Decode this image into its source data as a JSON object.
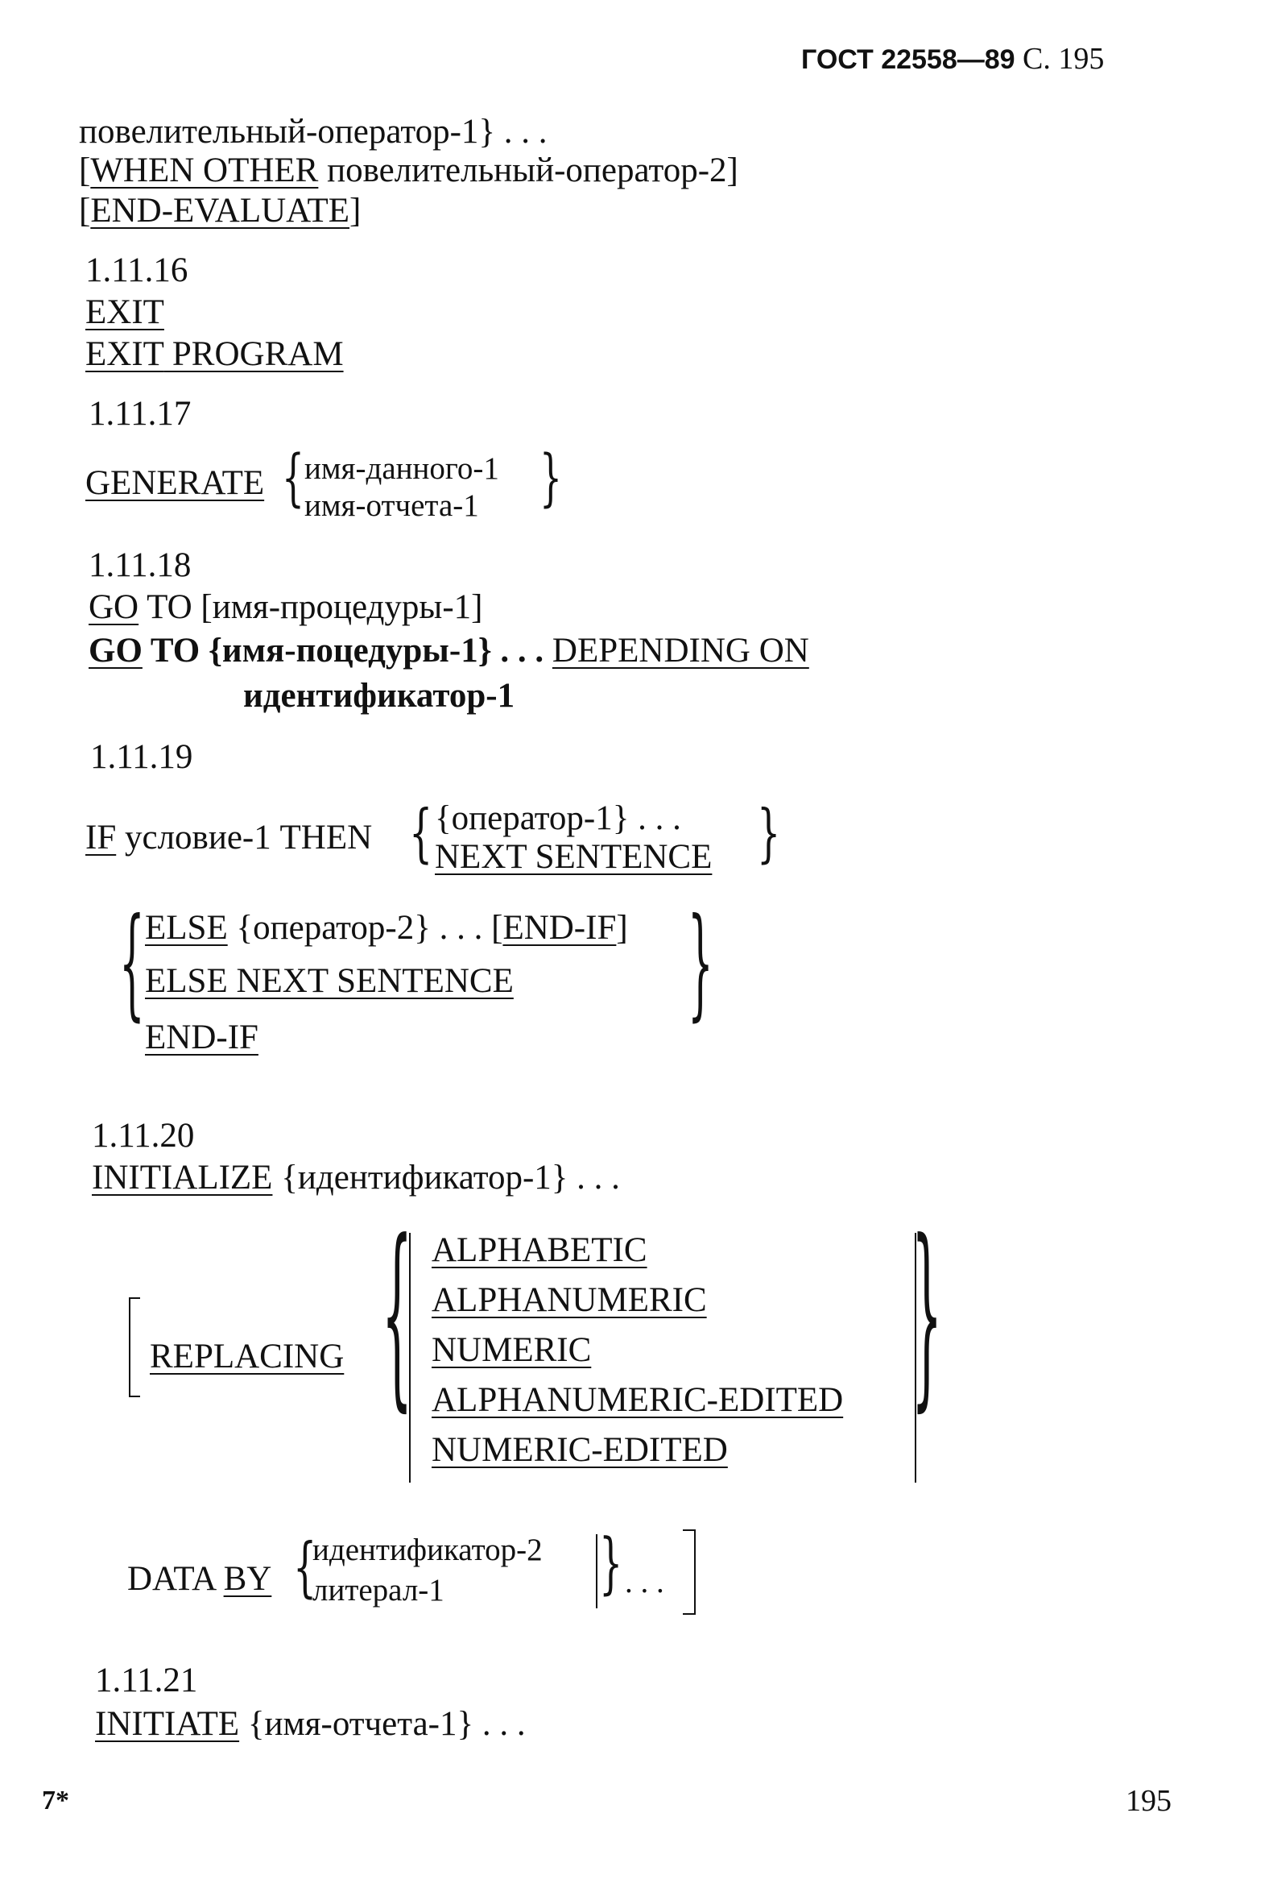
{
  "header": {
    "standard": "ГОСТ 22558—89",
    "page_ref": "С. 195"
  },
  "lines": {
    "l1_text": "повелительный-оператор-1} . . .",
    "l2_open": "[",
    "l2_kw": "WHEN OTHER",
    "l2_rest": " повелительный-оператор-2]",
    "l3_open": "[",
    "l3_kw": "END-EVALUATE",
    "l3_close": "]"
  },
  "s16": {
    "number": "1.11.16",
    "exit": "EXIT",
    "exit2": "EXIT",
    "program": " PROGRAM"
  },
  "s17": {
    "number": "1.11.17",
    "kw": "GENERATE",
    "opt1": "имя-данного-1",
    "opt2": "имя-отчета-1"
  },
  "s18": {
    "number": "1.11.18",
    "go1": "GO",
    "to1": " TO [имя-процедуры-1]",
    "go2": "GO",
    "to2": " TO {имя-поцедуры-1} . . . ",
    "depending": "DEPENDING ON",
    "ident": "идентификатор-1"
  },
  "s19": {
    "number": "1.11.19",
    "if": "IF",
    "cond": " условие-1 THEN",
    "opt1": "{оператор-1} . . .",
    "opt2": "NEXT SENTENCE",
    "else1": "ELSE",
    "else1_rest": " {оператор-2} . . . [",
    "endif1": "END-IF",
    "endif1_close": "]",
    "else2": "ELSE NEXT SENTENCE",
    "endif2": "END-IF"
  },
  "s20": {
    "number": "1.11.20",
    "kw": "INITIALIZE",
    "rest": " {идентификатор-1} . . .",
    "replacing": "REPLACING",
    "opts": [
      "ALPHABETIC",
      "ALPHANUMERIC",
      "NUMERIC",
      "ALPHANUMERIC-EDITED",
      "NUMERIC-EDITED"
    ],
    "data": "DATA ",
    "by": "BY",
    "by_opt1": "идентификатор-2",
    "by_opt2": "литерал-1",
    "ellipsis": ". . ."
  },
  "s21": {
    "number": "1.11.21",
    "kw": "INITIATE",
    "rest": " {имя-отчета-1} . . ."
  },
  "footer": {
    "sheet": "7*",
    "page": "195"
  }
}
